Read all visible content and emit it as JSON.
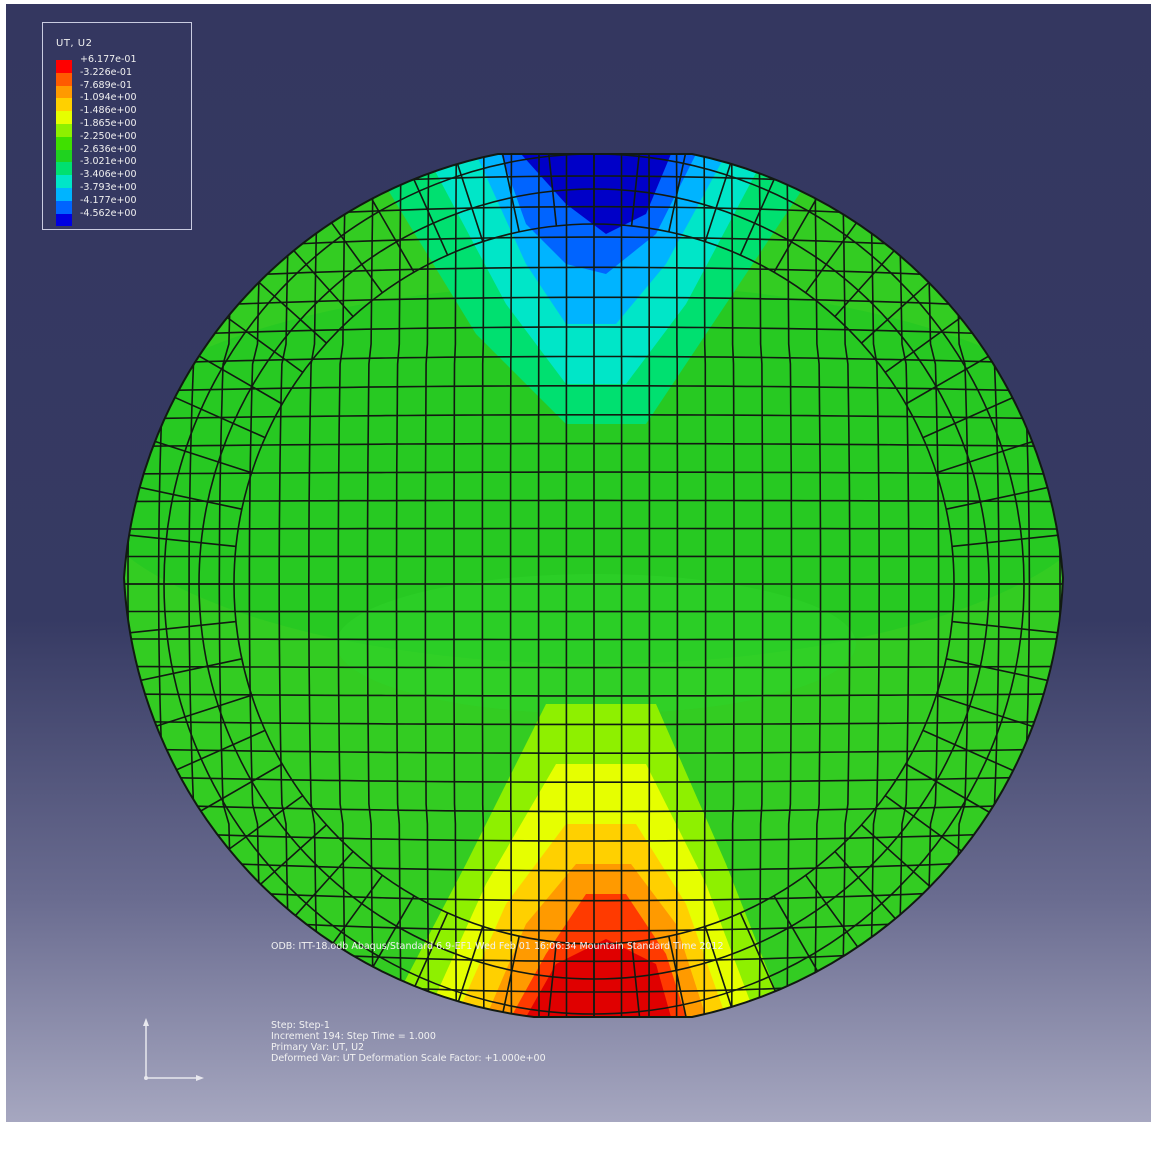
{
  "legend": {
    "title": "UT, U2",
    "entries": [
      {
        "label": "+6.177e-01",
        "color": "#ff0000"
      },
      {
        "label": "-3.226e-01",
        "color": "#ff5a00"
      },
      {
        "label": "-7.689e-01",
        "color": "#ff9a00"
      },
      {
        "label": "-1.094e+00",
        "color": "#ffd000"
      },
      {
        "label": "-1.486e+00",
        "color": "#e6ff00"
      },
      {
        "label": "-1.865e+00",
        "color": "#8ef000"
      },
      {
        "label": "-2.250e+00",
        "color": "#3fe000"
      },
      {
        "label": "-2.636e+00",
        "color": "#1fd21f"
      },
      {
        "label": "-3.021e+00",
        "color": "#00e070"
      },
      {
        "label": "-3.406e+00",
        "color": "#00e6c8"
      },
      {
        "label": "-3.793e+00",
        "color": "#00b4ff"
      },
      {
        "label": "-4.177e+00",
        "color": "#0064ff"
      },
      {
        "label": "-4.562e+00",
        "color": "#0000e0"
      }
    ]
  },
  "info": {
    "odb_line": "ODB: ITT-18.odb    Abaqus/Standard 6.9-EF1    Wed Feb 01 16:06:34 Mountain Standard Time 2012",
    "step_line": "Step: Step-1",
    "increment_line": "Increment    194: Step Time =    1.000",
    "primary_var_line": "Primary Var: UT, U2",
    "deformed_var_line": "Deformed Var: UT   Deformation Scale Factor: +1.000e+00"
  },
  "model": {
    "base_color": "#33cc22",
    "mesh_color": "#111a11",
    "top_contour_colors": [
      "#00e6c8",
      "#00b4ff",
      "#0064ff",
      "#0000c8"
    ],
    "bottom_contour_colors": [
      "#e6ff00",
      "#ffd000",
      "#ff9a00",
      "#ff3a00",
      "#e00000"
    ]
  }
}
